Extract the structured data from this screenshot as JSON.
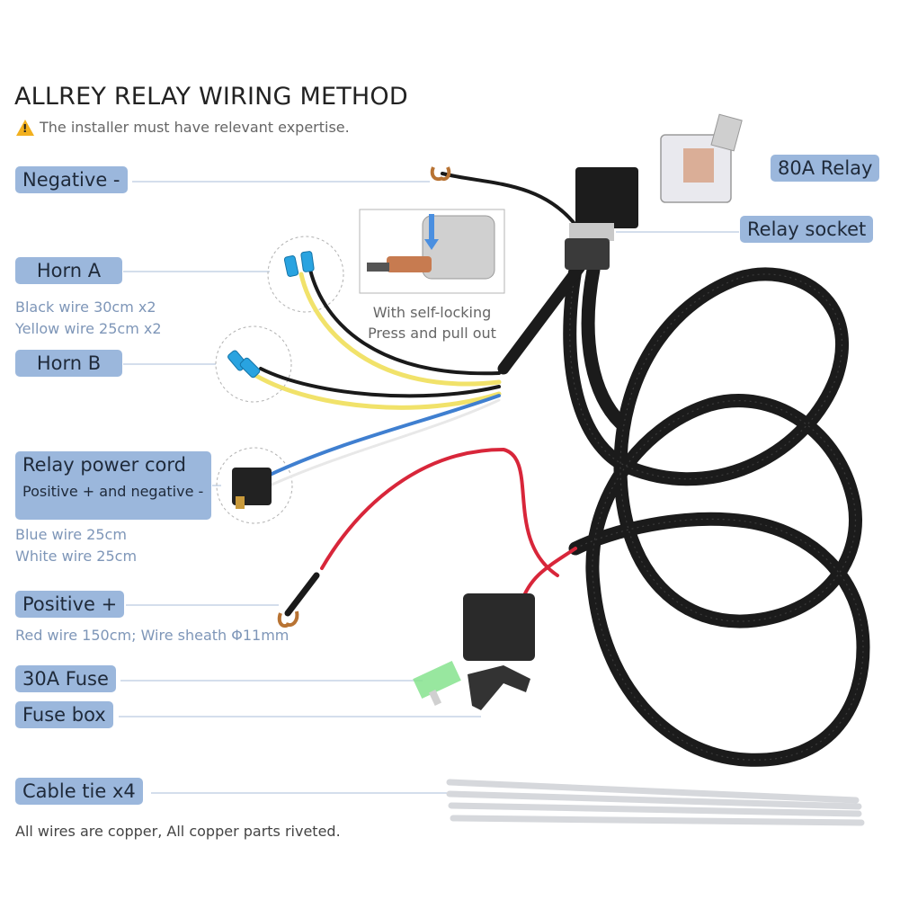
{
  "title": "ALLREY RELAY WIRING METHOD",
  "warning": "The installer must have relevant expertise.",
  "labels": {
    "negative": "Negative -",
    "horn_a": "Horn A",
    "horn_b": "Horn B",
    "relay_power_cord": "Relay power cord",
    "relay_power_sub": "Positive + and negative -",
    "positive": "Positive +",
    "fuse_30a": "30A Fuse",
    "fuse_box": "Fuse box",
    "cable_tie": "Cable tie  x4",
    "relay_80a": "80A Relay",
    "relay_socket": "Relay socket"
  },
  "notes": {
    "horn_a_black": "Black wire  30cm  x2",
    "horn_a_yellow": "Yellow wire  25cm  x2",
    "relay_blue": "Blue wire  25cm",
    "relay_white": "White wire  25cm",
    "positive_red": "Red wire  150cm;  Wire sheath  Φ11mm"
  },
  "inset_caption": {
    "line1": "With self-locking",
    "line2": "Press and pull out"
  },
  "footer": "All wires are copper, All copper parts riveted.",
  "colors": {
    "label_bg": "#9bb7dc",
    "note_text": "#7e96b8",
    "warning": "#f2b01e",
    "wire_black": "#1a1a1a",
    "wire_yellow": "#f1e26a",
    "wire_blue": "#3f7fd0",
    "wire_red": "#d8263a",
    "terminal_blue": "#29a3e0"
  },
  "icons": [
    "warning-icon",
    "relay-icon",
    "relay-socket-icon",
    "fuse-icon",
    "fuse-box-icon",
    "cable-tie-icon",
    "ring-terminal-icon",
    "spade-terminal-icon"
  ]
}
